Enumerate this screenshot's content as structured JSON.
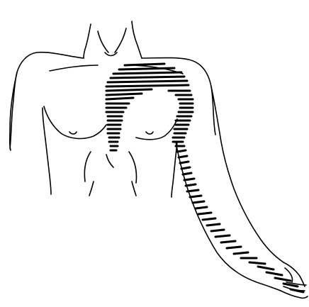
{
  "illustration": {
    "subject": "torso-with-left-arm-line-drawing",
    "line_color": "#000000",
    "background_color": "#ffffff",
    "hatched_regions": [
      "chest-left-side",
      "left-inner-arm"
    ]
  }
}
